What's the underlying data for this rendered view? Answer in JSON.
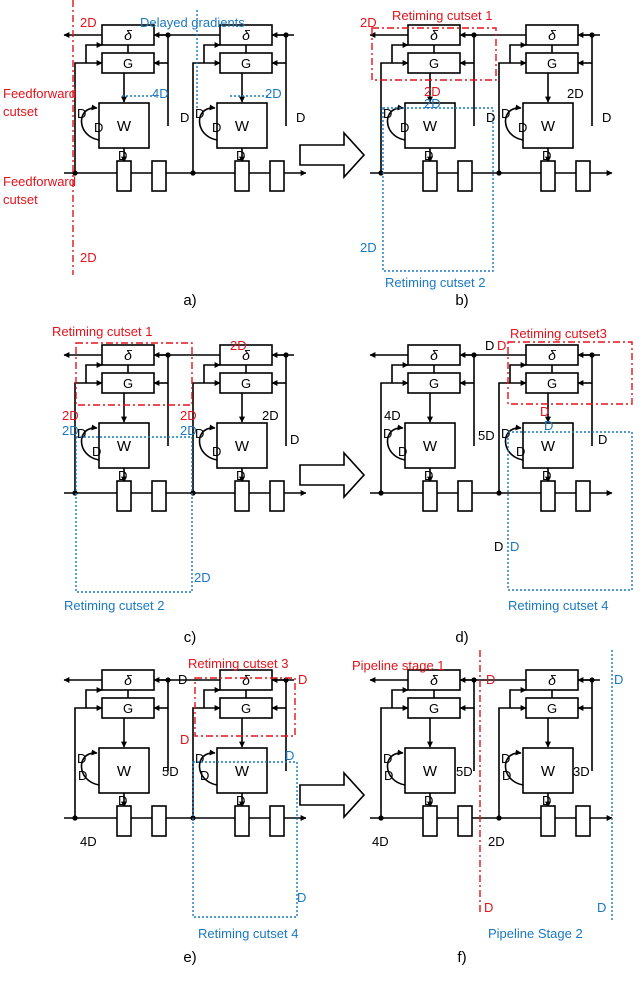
{
  "colors": {
    "line": "#000000",
    "red": "#e3121b",
    "blue": "#1a78c2",
    "bg": "#ffffff"
  },
  "block_labels": {
    "delta": "δ",
    "g": "G",
    "w": "W",
    "d": "D"
  },
  "panels": [
    {
      "caption": "a)",
      "labels": [
        "Delayed gradients",
        "2D",
        "Feedforward",
        "cutset",
        "4D",
        "2D",
        "Feedforward",
        "cutset",
        "2D"
      ]
    },
    {
      "caption": "b)",
      "labels": [
        "2D",
        "Retiming cutset 1",
        "2D",
        "2D",
        "2D",
        "2D",
        "Retiming cutset 2"
      ]
    },
    {
      "caption": "c)",
      "labels": [
        "Retiming cutset 1",
        "2D",
        "2D",
        "2D",
        "2D",
        "2D",
        "2D",
        "2D",
        "Retiming cutset 2"
      ]
    },
    {
      "caption": "d)",
      "labels": [
        "D",
        "D",
        "Retiming cutset3",
        "D",
        "4D",
        "5D",
        "D",
        "D",
        "D",
        "D",
        "Retiming cutset 4"
      ]
    },
    {
      "caption": "e)",
      "labels": [
        "Retiming cutset 3",
        "D",
        "D",
        "D",
        "5D",
        "D",
        "4D",
        "D",
        "Retiming cutset 4"
      ]
    },
    {
      "caption": "f)",
      "labels": [
        "Pipeline stage 1",
        "D",
        "D",
        "5D",
        "3D",
        "4D",
        "2D",
        "D",
        "D",
        "Pipeline Stage 2"
      ]
    }
  ]
}
